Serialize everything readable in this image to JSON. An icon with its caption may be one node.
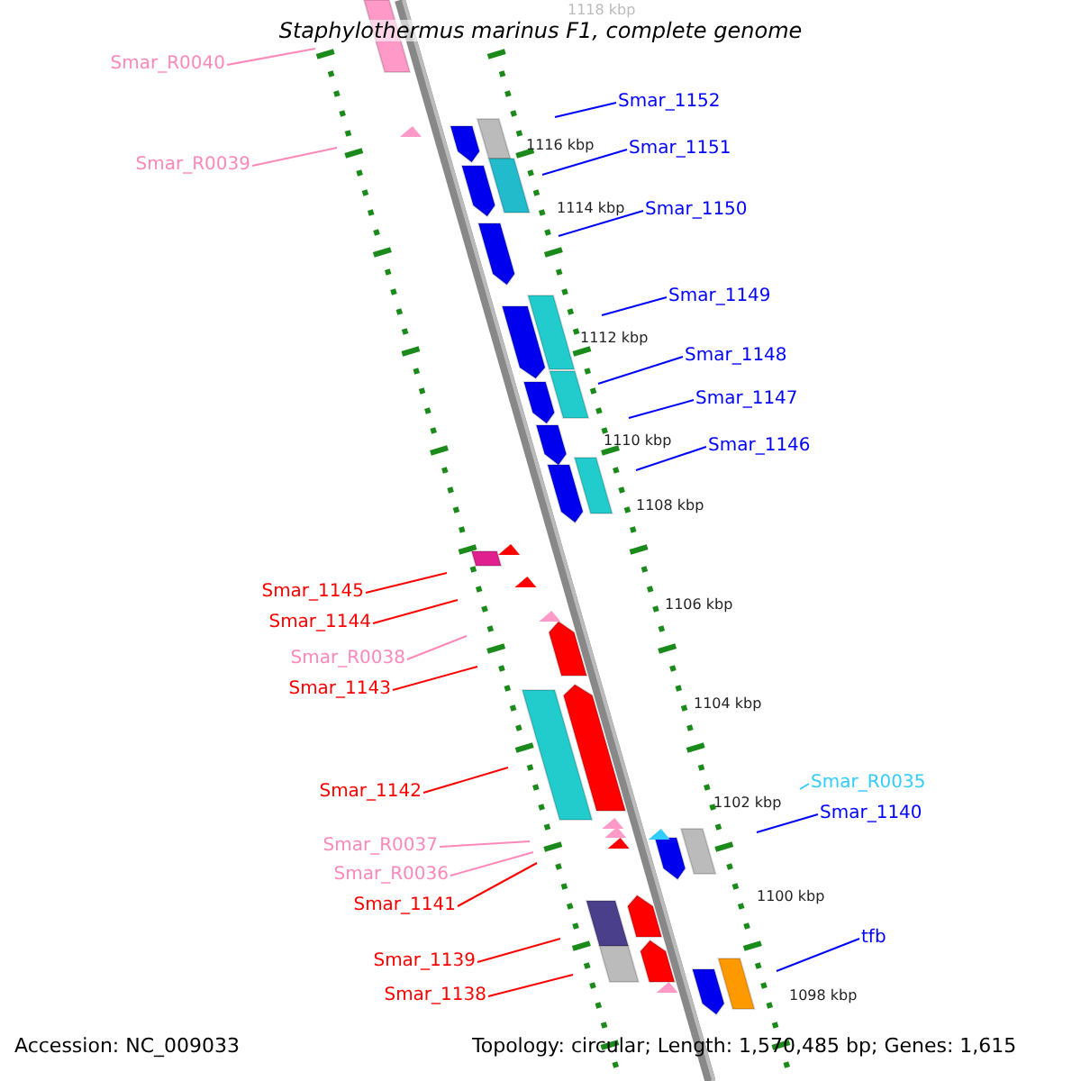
{
  "diagram": {
    "title": "Staphylothermus marinus F1, complete genome",
    "nodes": [
      {
        "text": [
          "Smar_R0040"
        ]
      },
      {
        "text": [
          "Smar_R0039"
        ]
      },
      {
        "text": [
          "Smar_1152"
        ]
      },
      {
        "text": [
          "Smar_1151"
        ]
      },
      {
        "text": [
          "Smar_1150"
        ]
      },
      {
        "text": [
          "Smar_1149"
        ]
      },
      {
        "text": [
          "Smar_1148"
        ]
      },
      {
        "text": [
          "Smar_1147"
        ]
      },
      {
        "text": [
          "Smar_1146"
        ]
      },
      {
        "text": [
          "Smar_1145"
        ]
      },
      {
        "text": [
          "Smar_1144"
        ]
      },
      {
        "text": [
          "Smar_R0038"
        ]
      },
      {
        "text": [
          "Smar_1143"
        ]
      },
      {
        "text": [
          "Smar_1142"
        ]
      },
      {
        "text": [
          "Smar_R0035"
        ]
      },
      {
        "text": [
          "Smar_1140"
        ]
      },
      {
        "text": [
          "Smar_R0037"
        ]
      },
      {
        "text": [
          "Smar_R0036"
        ]
      },
      {
        "text": [
          "Smar_1141"
        ]
      },
      {
        "text": [
          "Smar_1139"
        ]
      },
      {
        "text": [
          "Smar_1138"
        ]
      },
      {
        "text": [
          "tfb"
        ]
      }
    ],
    "edges": [
      {
        "from": 0,
        "to": null,
        "arrow": "none",
        "color": "#ff88bb"
      },
      {
        "from": 1,
        "to": null,
        "arrow": "none",
        "color": "#ff88bb"
      },
      {
        "from": 2,
        "to": null,
        "arrow": "none",
        "color": "#0000ff"
      },
      {
        "from": 3,
        "to": null,
        "arrow": "none",
        "color": "#0000ff"
      },
      {
        "from": 4,
        "to": null,
        "arrow": "none",
        "color": "#0000ff"
      },
      {
        "from": 5,
        "to": null,
        "arrow": "none",
        "color": "#0000ff"
      },
      {
        "from": 6,
        "to": null,
        "arrow": "none",
        "color": "#0000ff"
      },
      {
        "from": 7,
        "to": null,
        "arrow": "none",
        "color": "#0000ff"
      },
      {
        "from": 8,
        "to": null,
        "arrow": "none",
        "color": "#0000ff"
      },
      {
        "from": 9,
        "to": null,
        "arrow": "none",
        "color": "#ff0000"
      },
      {
        "from": 10,
        "to": null,
        "arrow": "none",
        "color": "#ff0000"
      },
      {
        "from": 11,
        "to": null,
        "arrow": "none",
        "color": "#ff88bb"
      },
      {
        "from": 12,
        "to": null,
        "arrow": "none",
        "color": "#ff0000"
      },
      {
        "from": 13,
        "to": null,
        "arrow": "none",
        "color": "#ff0000"
      },
      {
        "from": 14,
        "to": null,
        "arrow": "none",
        "color": "#33ccff"
      },
      {
        "from": 15,
        "to": null,
        "arrow": "none",
        "color": "#0000ff"
      },
      {
        "from": 16,
        "to": null,
        "arrow": "none",
        "color": "#ff88bb"
      },
      {
        "from": 17,
        "to": null,
        "arrow": "none",
        "color": "#ff88bb"
      },
      {
        "from": 18,
        "to": null,
        "arrow": "none",
        "color": "#ff0000"
      },
      {
        "from": 19,
        "to": null,
        "arrow": "none",
        "color": "#ff0000"
      },
      {
        "from": 20,
        "to": null,
        "arrow": "none",
        "color": "#ff0000"
      },
      {
        "from": 21,
        "to": null,
        "arrow": "none",
        "color": "#0000ff"
      }
    ],
    "labels": [
      "1118 kbp",
      "1116 kbp",
      "1114 kbp",
      "1112 kbp",
      "1110 kbp",
      "1108 kbp",
      "1106 kbp",
      "1104 kbp",
      "1102 kbp",
      "1100 kbp",
      "1098 kbp",
      "Accession: NC_009033",
      "Topology: circular; Length: 1,570,485 bp; Genes: 1,615"
    ]
  }
}
